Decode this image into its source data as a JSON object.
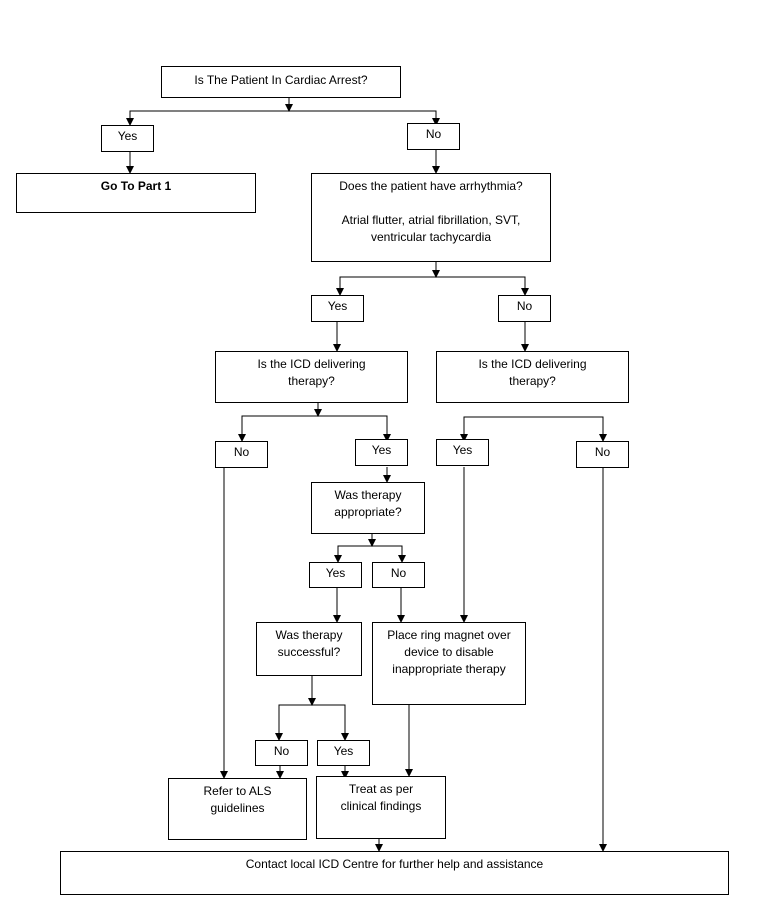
{
  "nodes": {
    "cardiac_arrest_q": "Is The Patient In Cardiac Arrest?",
    "yes_1": "Yes",
    "no_1": "No",
    "go_to_part_1": "Go To Part 1",
    "arrhythmia_q": "Does the patient have arrhythmia?",
    "arrhythmia_examples": "Atrial flutter, atrial fibrillation, SVT, ventricular tachycardia",
    "yes_2": "Yes",
    "no_2": "No",
    "icd_therapy_q_left": "Is the ICD delivering therapy?",
    "icd_therapy_q_right": "Is the ICD delivering therapy?",
    "no_3": "No",
    "yes_3": "Yes",
    "yes_4": "Yes",
    "no_4": "No",
    "therapy_appropriate_q": "Was therapy appropriate?",
    "yes_5": "Yes",
    "no_5": "No",
    "therapy_successful_q": "Was therapy successful?",
    "ring_magnet": "Place ring magnet over device to disable inappropriate therapy",
    "no_6": "No",
    "yes_6": "Yes",
    "refer_als": "Refer to ALS guidelines",
    "treat_clinical": "Treat as per clinical findings",
    "contact_icd_centre": "Contact local ICD Centre for further help and assistance"
  }
}
